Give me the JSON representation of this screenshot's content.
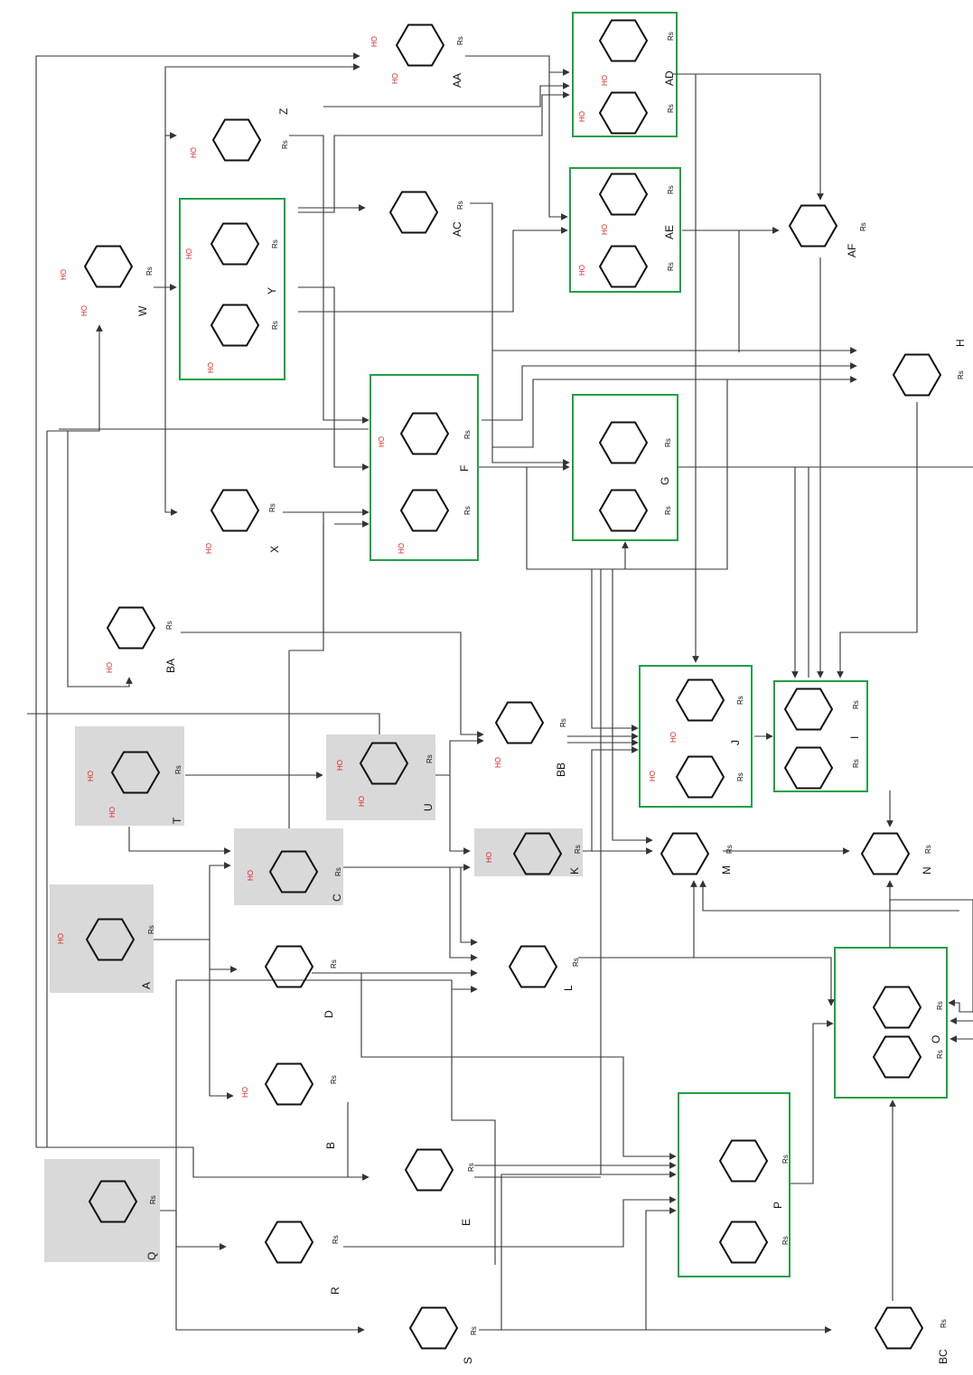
{
  "labels": {
    "AA": "AA",
    "AD": "AD",
    "Z": "Z",
    "AC": "AC",
    "AE": "AE",
    "AF": "AF",
    "W": "W",
    "Y": "Y",
    "H": "H",
    "F": "F",
    "G": "G",
    "X": "X",
    "BA": "BA",
    "T": "T",
    "U": "U",
    "BB": "BB",
    "J": "J",
    "I": "I",
    "C": "C",
    "K": "K",
    "M": "M",
    "N": "N",
    "A": "A",
    "D": "D",
    "L": "L",
    "O": "O",
    "B": "B",
    "E": "E",
    "P": "P",
    "Q": "Q",
    "R": "R",
    "S": "S",
    "BC": "BC"
  },
  "substituent_label": "Rs",
  "hydroxyl_label": "HO",
  "colors": {
    "group_box": "#22a046",
    "aromatic_fill": "#d9d9d9",
    "hydroxyl_text": "#e02020",
    "bond": "#111111",
    "arrow": "#333333"
  }
}
